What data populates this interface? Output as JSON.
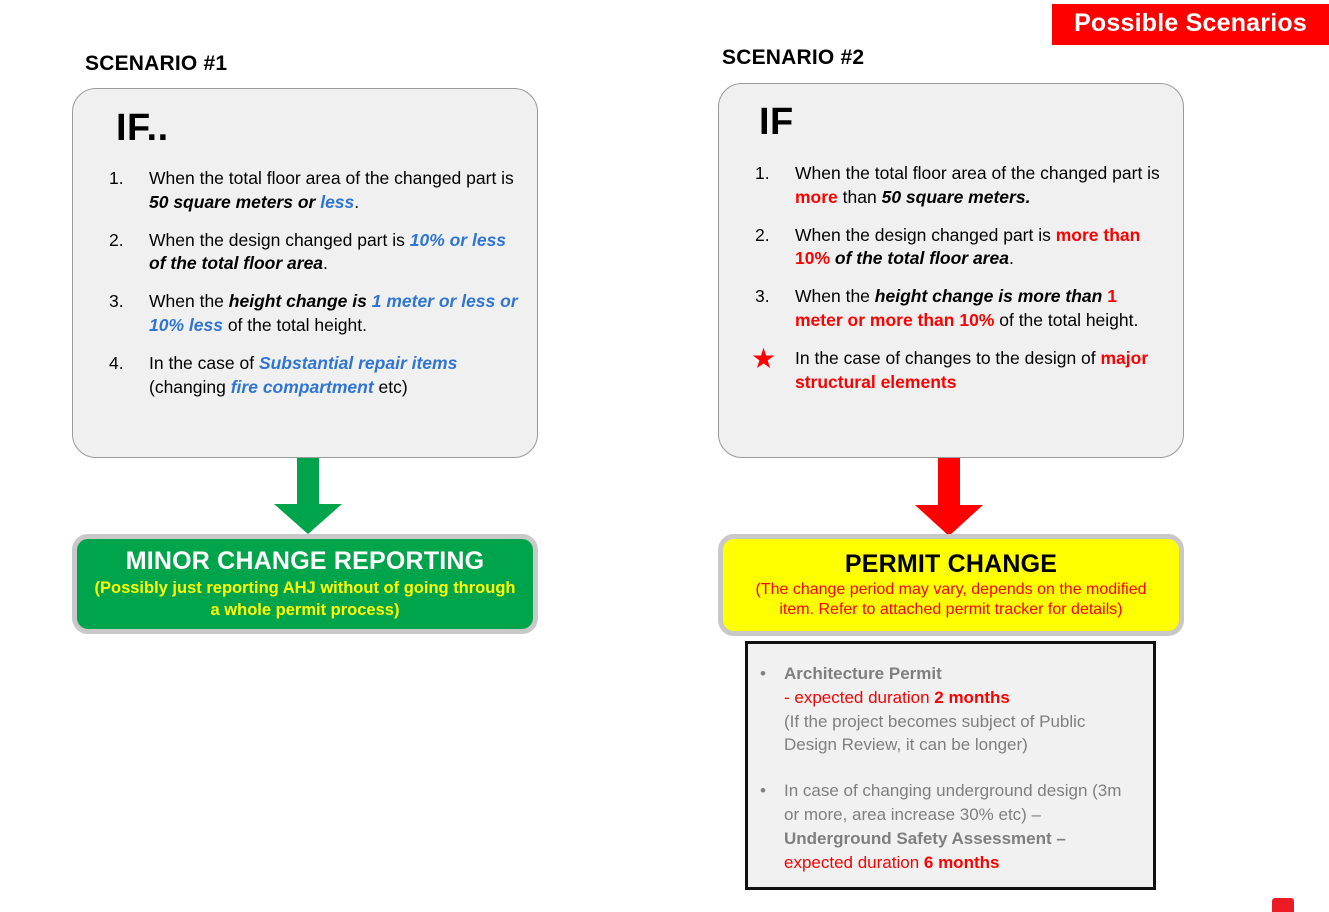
{
  "banner": {
    "title": "Possible Scenarios",
    "bg_color": "#FF0000",
    "text_color": "#FFFFFF"
  },
  "scenarios": [
    {
      "title": "SCENARIO #1",
      "if_word": "IF..",
      "items": [
        {
          "marker": "1.",
          "text": "When the total floor area of the changed part is 50 square meters or less."
        },
        {
          "marker": "2.",
          "text": "When the design changed part is 10% or less of the total floor area."
        },
        {
          "marker": "3.",
          "text": "When the height change is 1 meter or less or 10% less of the total height."
        },
        {
          "marker": "4.",
          "text": "In the case of Substantial repair items (changing fire compartment etc)"
        }
      ],
      "arrow_color": "#00A44A",
      "result": {
        "headline": "MINOR CHANGE REPORTING",
        "sub": "(Possibly just reporting AHJ without of going through a whole permit process)",
        "bg_color": "#00A44A",
        "headline_color": "#FFFFFF",
        "sub_color": "#FFFF00"
      }
    },
    {
      "title": "SCENARIO #2",
      "if_word": "IF",
      "items": [
        {
          "marker": "1.",
          "text": "When the total floor area of the changed part is more than 50 square meters."
        },
        {
          "marker": "2.",
          "text": "When the design changed part is more than 10% of the total floor area."
        },
        {
          "marker": "3.",
          "text": "When the height change is more than 1 meter or more than 10% of the total height."
        },
        {
          "marker": "★",
          "text": "In the case of changes to the design of major structural elements"
        }
      ],
      "arrow_color": "#FF0000",
      "result": {
        "headline": "PERMIT CHANGE",
        "sub": "(The change period may vary, depends on the modified item. Refer to attached permit tracker for details)",
        "bg_color": "#FFFF00",
        "headline_color": "#000000",
        "sub_color": "#FF0000"
      },
      "detail": {
        "items": [
          {
            "bullet": "•",
            "line1": "Architecture Permit",
            "line2_prefix": "- expected duration ",
            "line2_emphasis": "2 months",
            "line3": "(If the project becomes subject of Public Design Review, it can be longer)"
          },
          {
            "bullet": "•",
            "line1": "In case of changing underground design",
            "line2": "(3m or more, area increase 30% etc) –",
            "line3_bold": "Underground Safety Assessment –",
            "line4_prefix": "expected duration ",
            "line4_emphasis": "6 months"
          }
        ]
      }
    }
  ],
  "palette": {
    "blue_accent": "#2E75D4",
    "red_accent": "#FF0000",
    "green": "#00A44A",
    "yellow": "#FFFF00",
    "gray_text": "#7F7F7F",
    "panel_bg": "#F0F0F0"
  }
}
